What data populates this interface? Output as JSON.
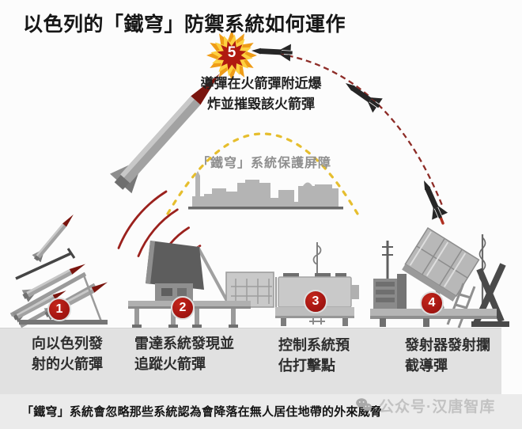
{
  "title": "以色列的「鐵穹」防禦系統如何運作",
  "steps": [
    {
      "num": "1",
      "line1": "向以色列發",
      "line2": "射的火箭彈"
    },
    {
      "num": "2",
      "line1": "雷達系統發現並",
      "line2": "追蹤火箭彈"
    },
    {
      "num": "3",
      "line1": "控制系統預",
      "line2": "估打擊點"
    },
    {
      "num": "4",
      "line1": "發射器發射攔",
      "line2": "截導彈"
    },
    {
      "num": "5",
      "line1": "導彈在火箭彈附近爆",
      "line2": "炸並摧毀該火箭彈"
    }
  ],
  "dome_label": "「鐵穹」系統保護屏障",
  "footnote": "「鐵穹」系統會忽略那些系統認為會降落在無人居住地帶的外來威脅",
  "watermark": {
    "icon": "wechat-icon",
    "text": "公众号·汉唐智库"
  },
  "colors": {
    "badge_red": "#a81713",
    "trajectory_red": "#8d2b26",
    "radar_wave_red": "#9b211d",
    "dome_dash_yellow": "#e6be2e",
    "explosion_outer": "#ef9c17",
    "explosion_mid": "#fdd141",
    "explosion_core": "#b01a10",
    "rocket_nose_red": "#7a150e",
    "skyline_gray": "#b4b4b4",
    "ground_gray": "#e1e1e1",
    "footer_gray": "#ebebeb"
  }
}
